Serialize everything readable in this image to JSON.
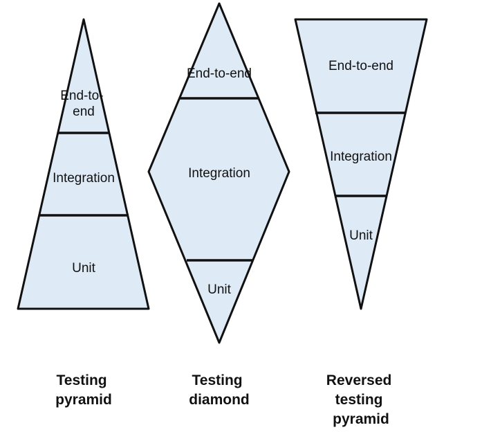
{
  "colors": {
    "fill": "#deeaf6",
    "stroke": "#111111",
    "background": "#ffffff"
  },
  "diagrams": [
    {
      "id": "pyramid",
      "caption_lines": [
        "Testing",
        "pyramid"
      ],
      "layers": [
        "End-to-end",
        "Integration",
        "Unit"
      ],
      "end_to_end_lines": [
        "End-to-",
        "end"
      ]
    },
    {
      "id": "diamond",
      "caption_lines": [
        "Testing",
        "diamond"
      ],
      "layers": [
        "End-to-end",
        "Integration",
        "Unit"
      ]
    },
    {
      "id": "reversed",
      "caption_lines": [
        "Reversed",
        "testing",
        "pyramid"
      ],
      "layers": [
        "End-to-end",
        "Integration",
        "Unit"
      ]
    }
  ]
}
